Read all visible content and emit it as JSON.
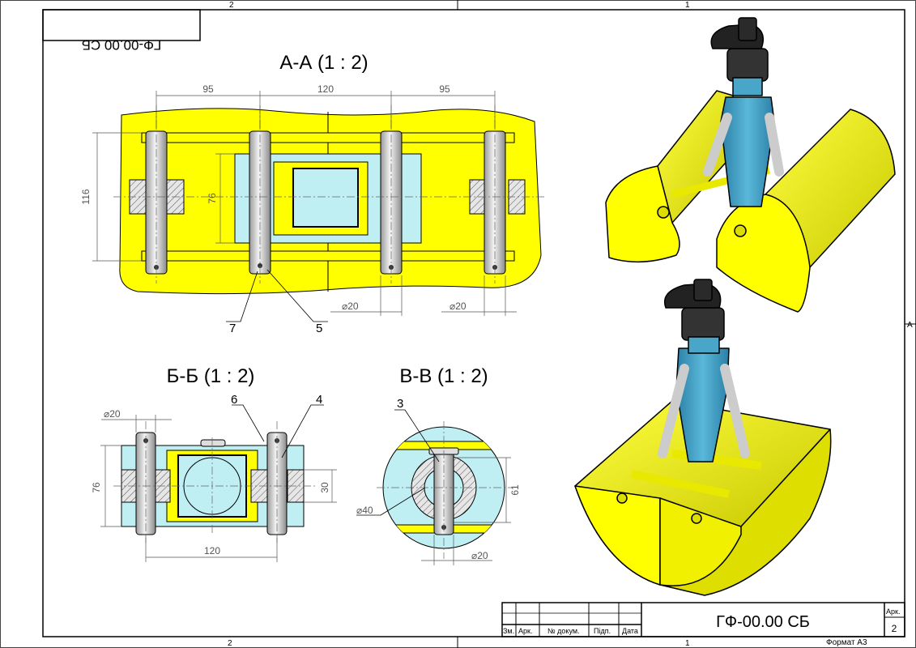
{
  "sheet": {
    "zone_top_left": "2",
    "zone_top_right": "1",
    "zone_bottom_left": "2",
    "zone_bottom_right": "1",
    "zone_side": "A",
    "mirrored_code": "ГФ-00.00 СБ",
    "format": "Формат А3"
  },
  "section_aa": {
    "title": "А-А (1 : 2)",
    "dim_95_left": "95",
    "dim_120": "120",
    "dim_95_right": "95",
    "dim_116": "116",
    "dim_76": "76",
    "dim_d20_left": "⌀20",
    "dim_d20_right": "⌀20",
    "callout_7": "7",
    "callout_5": "5"
  },
  "section_bb": {
    "title": "Б-Б (1 : 2)",
    "dim_d20": "⌀20",
    "dim_76": "76",
    "dim_30": "30",
    "dim_120": "120",
    "callout_6": "6",
    "callout_4": "4"
  },
  "section_vv": {
    "title": "В-В (1 : 2)",
    "callout_3": "3",
    "dim_d40": "⌀40",
    "dim_61": "61",
    "dim_d20": "⌀20"
  },
  "title_block": {
    "designation": "ГФ-00.00 СБ",
    "sheet_label": "Арк.",
    "sheet_number": "2",
    "col_zm": "Зм.",
    "col_ark": "Арк.",
    "col_doc": "№ докум.",
    "col_sign": "Підп.",
    "col_date": "Дата"
  },
  "colors": {
    "yellow": "#ffff00",
    "cyan": "#bfeff3",
    "steel_blue": "#4aa6c9",
    "dark": "#2a2a2a"
  }
}
